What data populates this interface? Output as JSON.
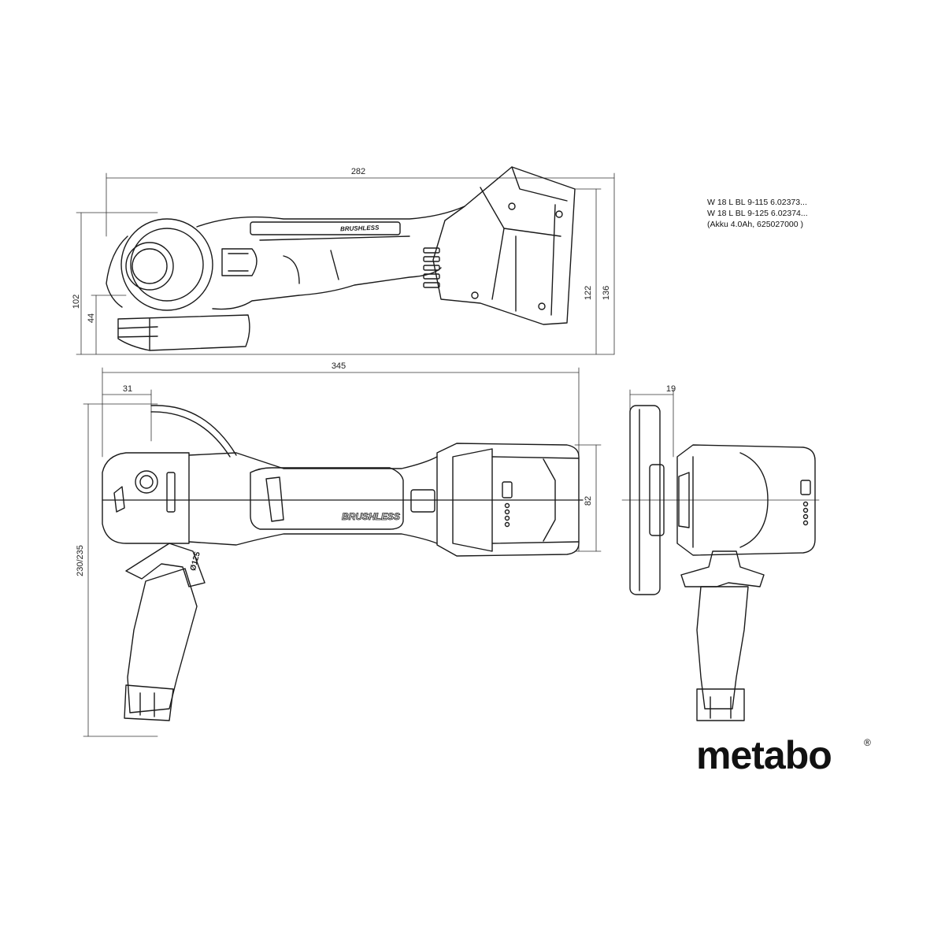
{
  "spec": {
    "line1": "W 18 L BL 9-115   6.02373...",
    "line2": "W 18 L BL 9-125   6.02374...",
    "line3": "(Akku 4.0Ah, 625027000 )"
  },
  "dimensions": {
    "side_length": "282",
    "side_height_front": "102",
    "side_height_disc": "44",
    "side_height_battery": "122",
    "side_height_total": "136",
    "top_length": "345",
    "top_offset": "31",
    "top_height_handle": "230/235",
    "top_body_width": "82",
    "front_offset": "19"
  },
  "labels": {
    "brushless_side": "BRUSHLESS",
    "brushless_top": "BRUSHLESS",
    "disc_label": "Ø125"
  },
  "brand": {
    "name": "metabo",
    "registered": "®"
  },
  "colors": {
    "line": "#1a1a1a",
    "light_line": "#555555",
    "background": "#ffffff"
  }
}
